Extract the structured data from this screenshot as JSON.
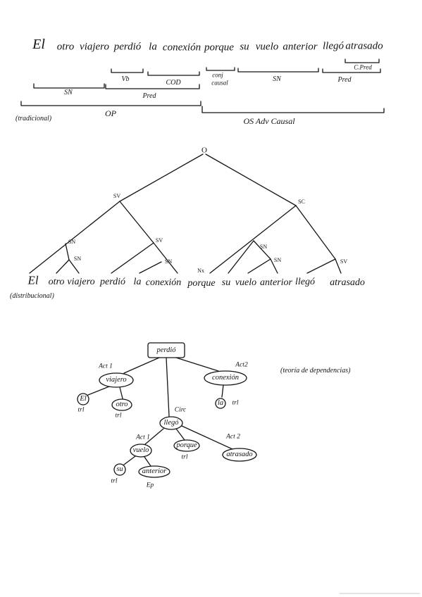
{
  "colors": {
    "ink": "#141414",
    "paper": "#ffffff"
  },
  "traditional": {
    "sentence": [
      "El",
      "otro",
      "viajero",
      "perdió",
      "la",
      "conexión",
      "porque",
      "su",
      "vuelo",
      "anterior",
      "llegó",
      "atrasado"
    ],
    "labels": {
      "c_pred": "C.Pred",
      "vb": "Vb",
      "cod": "COD",
      "conj": "conj",
      "causal": "causal",
      "sn_sub": "SN",
      "pred_sub": "Pred",
      "sn_main": "SN",
      "pred_main": "Pred",
      "op": "OP",
      "os": "OS Adv Causal"
    },
    "caption": "(tradicional)"
  },
  "distributional": {
    "nodes": {
      "root": "O",
      "sv": "SV",
      "sc": "SC",
      "sn_1": "SN",
      "sn_2": "SN",
      "sv_2": "SV",
      "sn_3": "SN",
      "nx": "Nx",
      "sn_4": "SN",
      "sn_5": "SN",
      "sv_3": "SV"
    },
    "sentence": [
      "El",
      "otro",
      "viajero",
      "perdió",
      "la",
      "conexión",
      "porque",
      "su",
      "vuelo",
      "anterior",
      "llegó",
      "atrasado"
    ],
    "caption": "(distribucional)"
  },
  "dependency": {
    "caption": "(teoría de dependencias)",
    "words": {
      "perdio": "perdió",
      "viajero": "viajero",
      "conexion": "conexión",
      "el": "El",
      "otro": "otro",
      "la": "la",
      "llego": "llegó",
      "vuelo": "vuelo",
      "porque": "porque",
      "atrasado": "atrasado",
      "su": "su",
      "anterior": "anterior"
    },
    "functions": {
      "act1_viajero": "Act 1",
      "act2_conexion": "Act2",
      "trl_el": "trl",
      "trl_otro": "trl",
      "trl_la": "trl",
      "circ": "Circ",
      "act1_vuelo": "Act 1",
      "act2_atrasado": "Act 2",
      "trl_porque": "trl",
      "trl_su": "trl",
      "ep_anterior": "Ep"
    }
  }
}
